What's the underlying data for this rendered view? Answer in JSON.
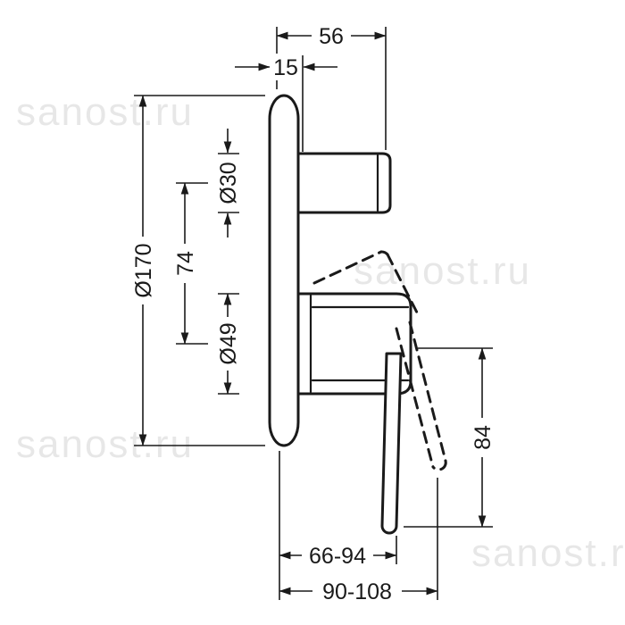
{
  "dims": {
    "d56": "56",
    "d15": "15",
    "d30": "Ø30",
    "d74": "74",
    "d49": "Ø49",
    "d170": "Ø170",
    "d84": "84",
    "d66_94": "66-94",
    "d90_108": "90-108"
  },
  "watermark": "sanost.ru",
  "colors": {
    "line": "#1a1a1a",
    "background": "#ffffff"
  }
}
